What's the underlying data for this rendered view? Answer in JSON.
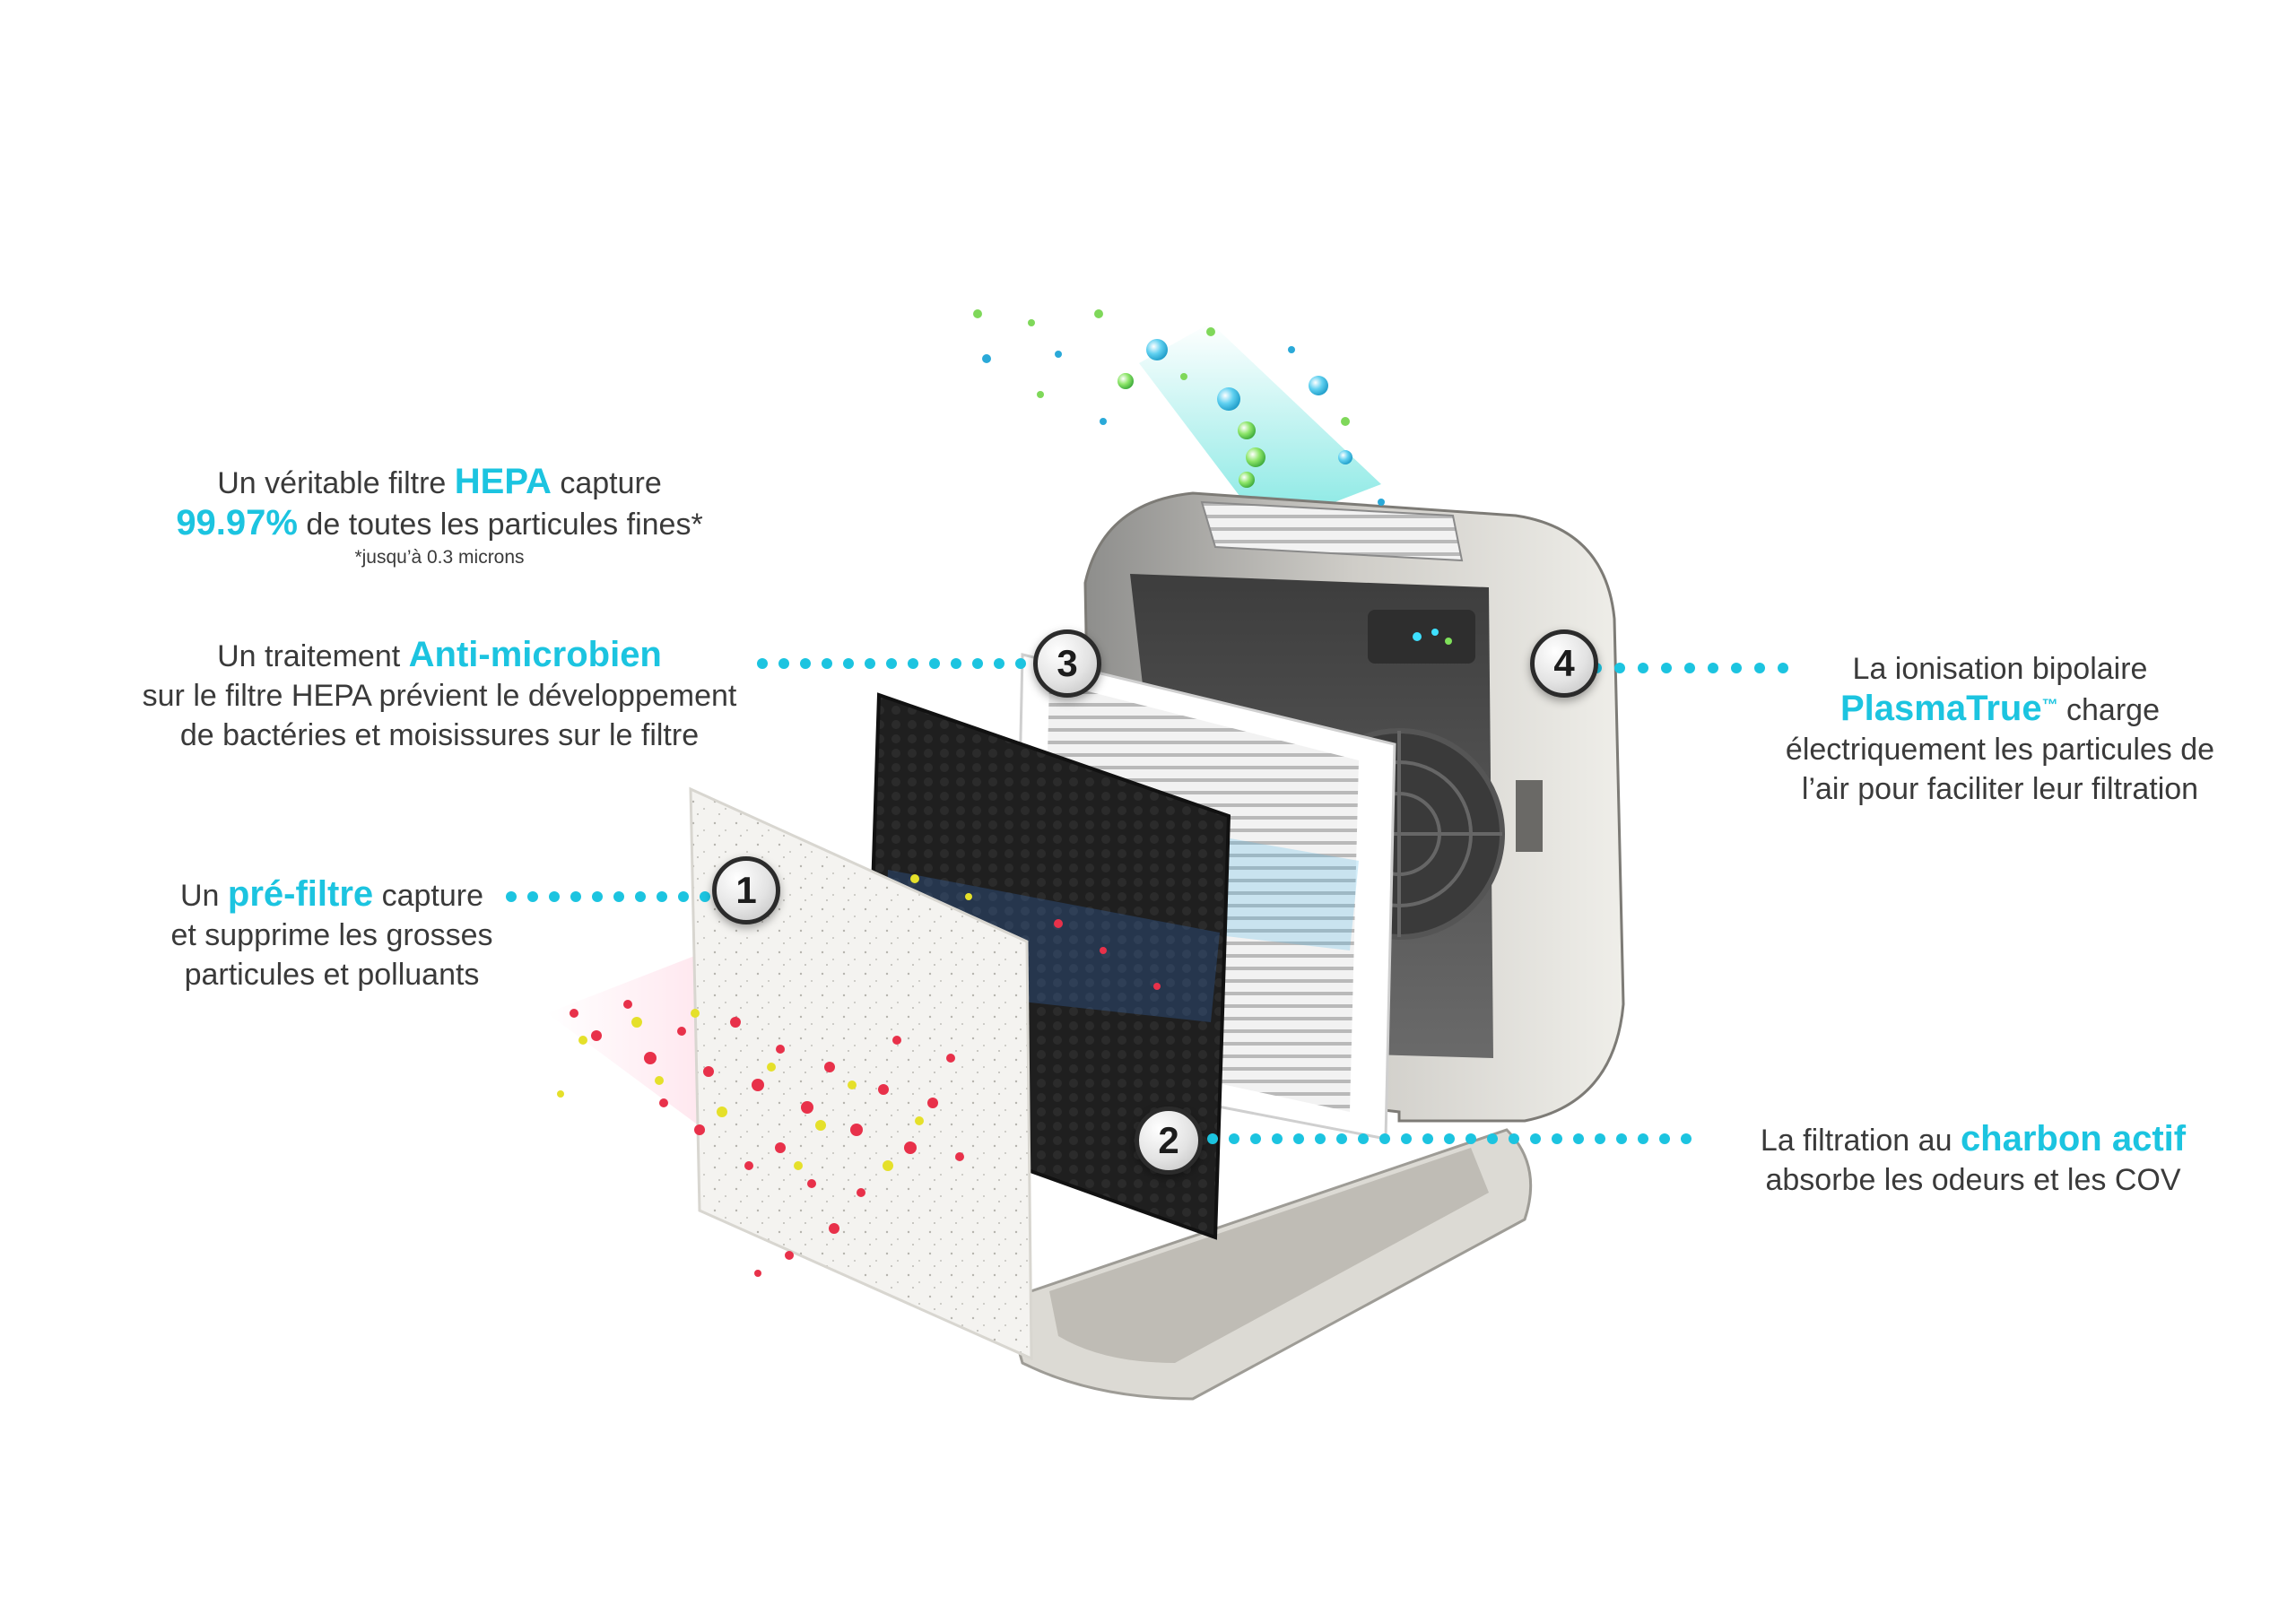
{
  "callouts": {
    "hepa": {
      "line1_pre": "Un véritable filtre ",
      "line1_hl": "HEPA",
      "line1_post": " capture",
      "line2_hl": "99.97%",
      "line2_post": " de toutes les particules fines*",
      "footnote": "*jusqu’à 0.3 microns"
    },
    "antimicrobial": {
      "number": "3",
      "line1_pre": "Un traitement ",
      "line1_hl": "Anti-microbien",
      "line2": "sur le filtre HEPA prévient le développement",
      "line3": "de bactéries et moisissures sur le filtre"
    },
    "prefilter": {
      "number": "1",
      "line1_pre": "Un ",
      "line1_hl": "pré-filtre",
      "line1_post": " capture",
      "line2": "et supprime les grosses",
      "line3": "particules et polluants"
    },
    "ionisation": {
      "number": "4",
      "line1": "La ionisation bipolaire",
      "line2_hl": "PlasmaTrue",
      "line2_tm": "™",
      "line2_post": " charge",
      "line3": "électriquement les particules de",
      "line4": "l’air pour faciliter leur filtration"
    },
    "carbon": {
      "number": "2",
      "line1_pre": "La filtration au ",
      "line1_hl": "charbon actif",
      "line2": "absorbe les odeurs et les COV"
    }
  },
  "colors": {
    "accent": "#1cc4e0",
    "text": "#3a3a3a",
    "polluted_particles": "#e8314a",
    "pollen_particles": "#e5e02a",
    "clean_particles": "#7fd85a"
  }
}
